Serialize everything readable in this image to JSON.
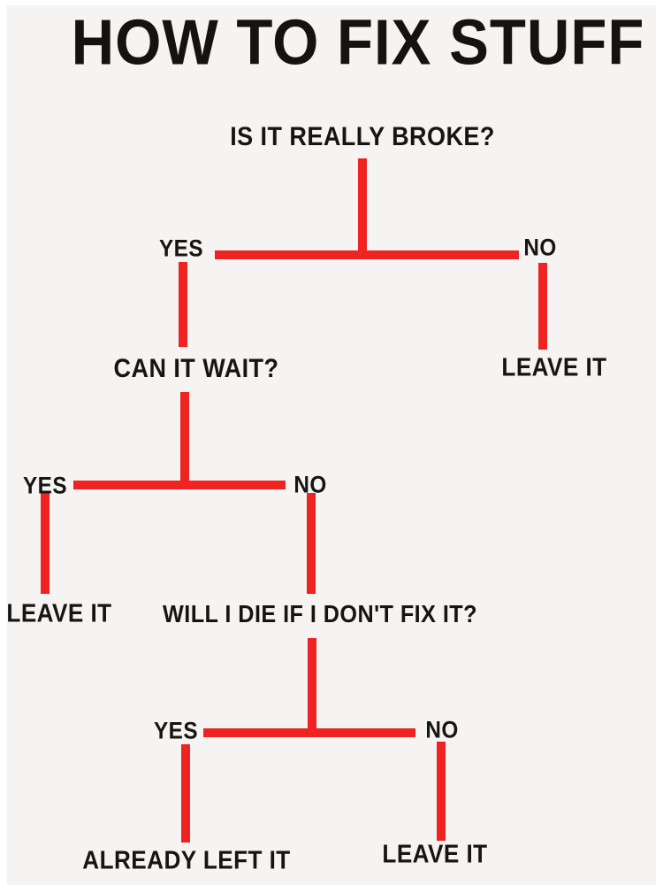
{
  "title": "HOW TO FIX STUFF",
  "colors": {
    "background": "#f5f4f2",
    "frame": "#ffffff",
    "line_red": "#ee2322",
    "text": "#161514"
  },
  "flowchart": {
    "q1": {
      "label": "IS IT REALLY BROKE?",
      "yes": "YES",
      "no": "NO"
    },
    "q1_no_result": "LEAVE IT",
    "q2": {
      "label": "CAN IT WAIT?",
      "yes": "YES",
      "no": "NO"
    },
    "q2_yes_result": "LEAVE IT",
    "q3": {
      "label": "WILL I DIE IF I DON'T FIX IT?",
      "yes": "YES",
      "no": "NO"
    },
    "q3_yes_result": "ALREADY LEFT IT",
    "q3_no_result": "LEAVE IT"
  }
}
